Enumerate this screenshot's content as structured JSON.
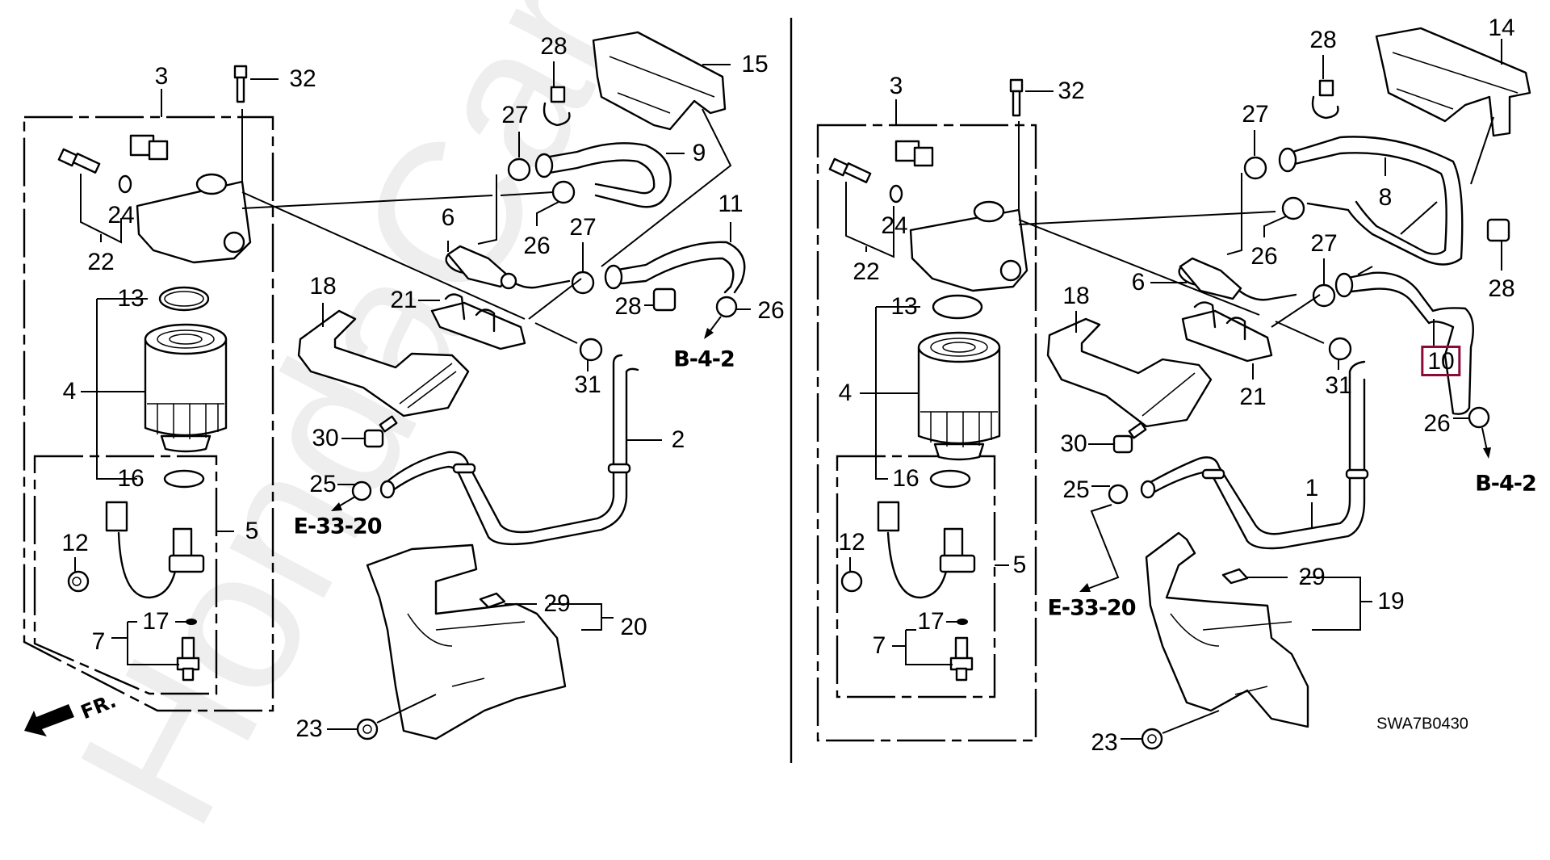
{
  "diagram": {
    "title": "Fuel filter assembly exploded parts diagram",
    "diagram_code": "SWA7B0430",
    "watermark": "HondaCarVine.ru",
    "direction_marker": "FR.",
    "highlight_color": "#8b0a3a",
    "line_color": "#000000",
    "watermark_color": "#eeeeee"
  },
  "left_panel": {
    "callouts": [
      {
        "id": "3",
        "label": "3"
      },
      {
        "id": "32",
        "label": "32"
      },
      {
        "id": "24",
        "label": "24"
      },
      {
        "id": "22",
        "label": "22"
      },
      {
        "id": "13",
        "label": "13"
      },
      {
        "id": "4",
        "label": "4"
      },
      {
        "id": "16",
        "label": "16"
      },
      {
        "id": "5",
        "label": "5"
      },
      {
        "id": "12",
        "label": "12"
      },
      {
        "id": "17",
        "label": "17"
      },
      {
        "id": "7",
        "label": "7"
      },
      {
        "id": "28a",
        "label": "28"
      },
      {
        "id": "15",
        "label": "15"
      },
      {
        "id": "27a",
        "label": "27"
      },
      {
        "id": "9",
        "label": "9"
      },
      {
        "id": "6",
        "label": "6"
      },
      {
        "id": "26a",
        "label": "26"
      },
      {
        "id": "27b",
        "label": "27"
      },
      {
        "id": "11",
        "label": "11"
      },
      {
        "id": "18",
        "label": "18"
      },
      {
        "id": "21",
        "label": "21"
      },
      {
        "id": "28b",
        "label": "28"
      },
      {
        "id": "26b",
        "label": "26"
      },
      {
        "id": "31",
        "label": "31"
      },
      {
        "id": "30",
        "label": "30"
      },
      {
        "id": "2",
        "label": "2"
      },
      {
        "id": "25",
        "label": "25"
      },
      {
        "id": "29",
        "label": "29"
      },
      {
        "id": "20",
        "label": "20"
      },
      {
        "id": "23",
        "label": "23"
      }
    ],
    "references": [
      {
        "id": "b42",
        "label": "B-4-2"
      },
      {
        "id": "e3320",
        "label": "E-33-20"
      }
    ]
  },
  "right_panel": {
    "callouts": [
      {
        "id": "3",
        "label": "3"
      },
      {
        "id": "32",
        "label": "32"
      },
      {
        "id": "24",
        "label": "24"
      },
      {
        "id": "22",
        "label": "22"
      },
      {
        "id": "13",
        "label": "13"
      },
      {
        "id": "4",
        "label": "4"
      },
      {
        "id": "16",
        "label": "16"
      },
      {
        "id": "5",
        "label": "5"
      },
      {
        "id": "12",
        "label": "12"
      },
      {
        "id": "17",
        "label": "17"
      },
      {
        "id": "7",
        "label": "7"
      },
      {
        "id": "28a",
        "label": "28"
      },
      {
        "id": "14",
        "label": "14"
      },
      {
        "id": "27a",
        "label": "27"
      },
      {
        "id": "8",
        "label": "8"
      },
      {
        "id": "26a",
        "label": "26"
      },
      {
        "id": "6",
        "label": "6"
      },
      {
        "id": "27b",
        "label": "27"
      },
      {
        "id": "28b",
        "label": "28"
      },
      {
        "id": "18",
        "label": "18"
      },
      {
        "id": "21",
        "label": "21"
      },
      {
        "id": "31",
        "label": "31"
      },
      {
        "id": "10",
        "label": "10",
        "highlighted": true
      },
      {
        "id": "26b",
        "label": "26"
      },
      {
        "id": "30",
        "label": "30"
      },
      {
        "id": "1",
        "label": "1"
      },
      {
        "id": "25",
        "label": "25"
      },
      {
        "id": "29",
        "label": "29"
      },
      {
        "id": "19",
        "label": "19"
      },
      {
        "id": "23",
        "label": "23"
      }
    ],
    "references": [
      {
        "id": "b42",
        "label": "B-4-2"
      },
      {
        "id": "e3320",
        "label": "E-33-20"
      }
    ]
  }
}
